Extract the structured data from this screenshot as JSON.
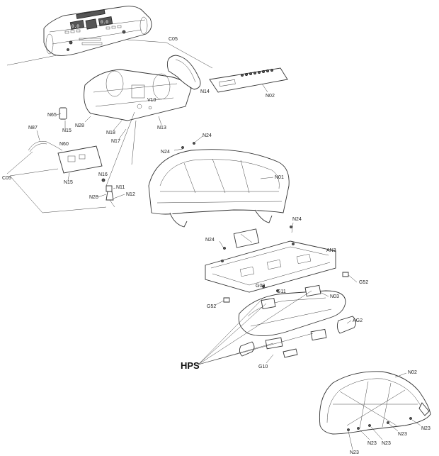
{
  "labels": {
    "C05": "C05",
    "N14": "N14",
    "N02_top": "N02",
    "N65": "N65",
    "N15_a": "N15",
    "N28_a": "N28",
    "N18": "N18",
    "N17": "N17",
    "N13": "N13",
    "V10": "V10",
    "N87": "N87",
    "N60": "N60",
    "N15_b": "N15",
    "C05_side": "C05",
    "N16": "N16",
    "N11": "N11",
    "N28_b": "N28",
    "N12": "N12",
    "N24_a": "N24",
    "N24_b": "N24",
    "N01": "N01",
    "N24_c": "N24",
    "N24_d": "N24",
    "AN3": "AN3",
    "G52_a": "G52",
    "G09": "G09",
    "G11": "G11",
    "N03": "N03",
    "G52_b": "G52",
    "AG2": "AG2",
    "HPS": "HPS",
    "G10": "G10",
    "N02_bottom": "N02",
    "N23_a": "N23",
    "N23_b": "N23",
    "N23_c": "N23",
    "N23_d": "N23",
    "N23_e": "N23"
  },
  "console_display": {
    "left_readout": "0.0",
    "right_readout": "0.0"
  }
}
